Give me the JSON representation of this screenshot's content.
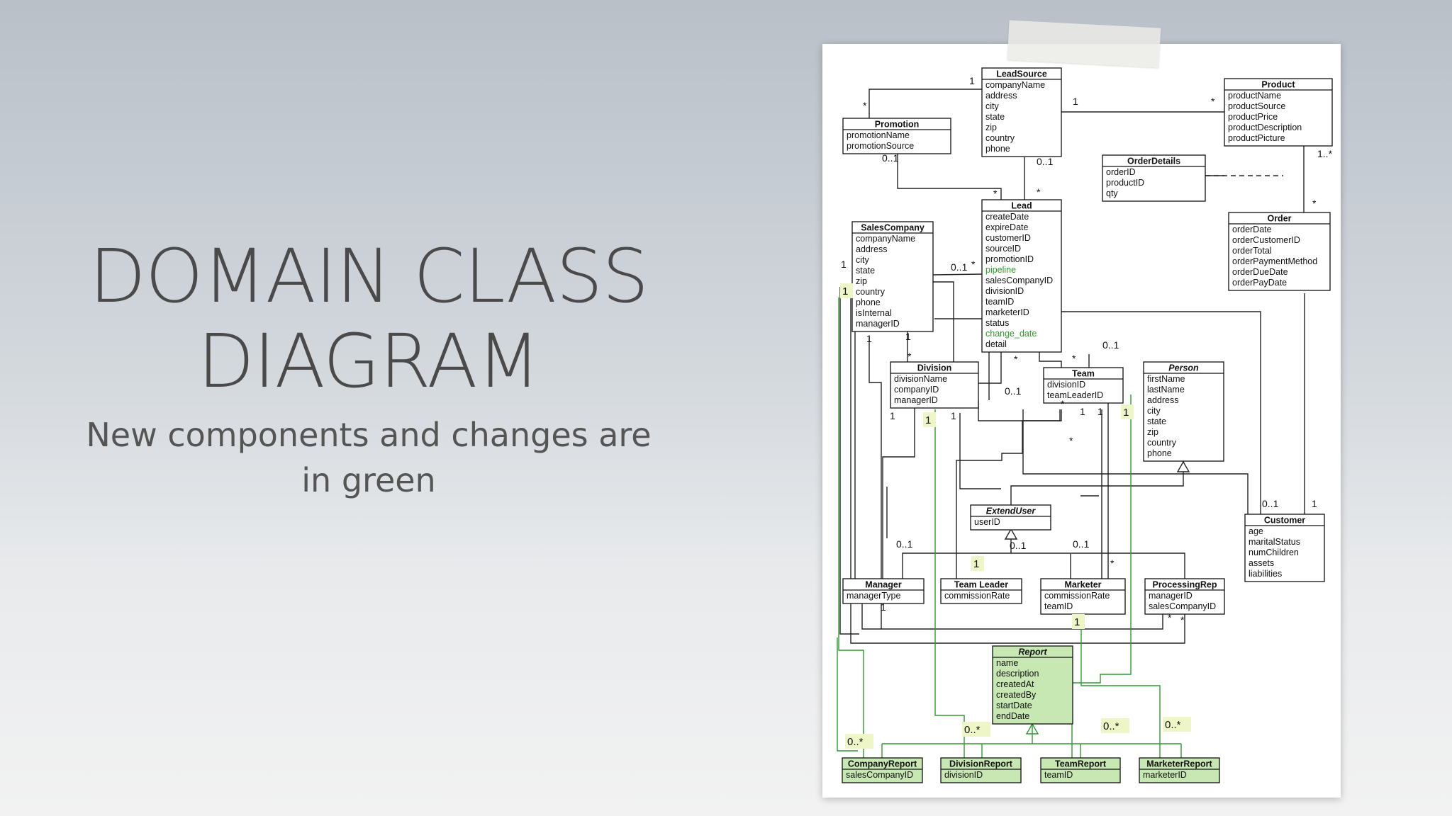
{
  "slide": {
    "title_line1": "DOMAIN CLASS",
    "title_line2": "DIAGRAM",
    "subtitle": "New components and changes are in green"
  },
  "colors": {
    "accent_green": "#2e9a2e",
    "new_class_fill": "#c7e8b2",
    "multiplicity_highlight": "#eef6c8"
  },
  "classes": [
    {
      "id": "leadsource",
      "name": "LeadSource",
      "attrs": [
        {
          "t": "companyName"
        },
        {
          "t": "address"
        },
        {
          "t": "city"
        },
        {
          "t": "state"
        },
        {
          "t": "zip"
        },
        {
          "t": "country"
        },
        {
          "t": "phone"
        }
      ]
    },
    {
      "id": "product",
      "name": "Product",
      "attrs": [
        {
          "t": "productName"
        },
        {
          "t": "productSource"
        },
        {
          "t": "productPrice"
        },
        {
          "t": "productDescription"
        },
        {
          "t": "productPicture"
        }
      ]
    },
    {
      "id": "promotion",
      "name": "Promotion",
      "attrs": [
        {
          "t": "promotionName"
        },
        {
          "t": "promotionSource"
        }
      ]
    },
    {
      "id": "orderdetails",
      "name": "OrderDetails",
      "attrs": [
        {
          "t": "orderID"
        },
        {
          "t": "productID"
        },
        {
          "t": "qty"
        }
      ]
    },
    {
      "id": "lead",
      "name": "Lead",
      "attrs": [
        {
          "t": "createDate"
        },
        {
          "t": "expireDate"
        },
        {
          "t": "customerID"
        },
        {
          "t": "sourceID"
        },
        {
          "t": "promotionID"
        },
        {
          "t": "pipeline",
          "g": true
        },
        {
          "t": "salesCompanyID"
        },
        {
          "t": "divisionID"
        },
        {
          "t": "teamID"
        },
        {
          "t": "marketerID"
        },
        {
          "t": "status"
        },
        {
          "t": "change_date",
          "g": true
        },
        {
          "t": "detail"
        }
      ]
    },
    {
      "id": "salescompany",
      "name": "SalesCompany",
      "attrs": [
        {
          "t": "companyName"
        },
        {
          "t": "address"
        },
        {
          "t": "city"
        },
        {
          "t": "state"
        },
        {
          "t": "zip"
        },
        {
          "t": "country"
        },
        {
          "t": "phone"
        },
        {
          "t": "isInternal"
        },
        {
          "t": "managerID"
        }
      ]
    },
    {
      "id": "order",
      "name": "Order",
      "attrs": [
        {
          "t": "orderDate"
        },
        {
          "t": "orderCustomerID"
        },
        {
          "t": "orderTotal"
        },
        {
          "t": "orderPaymentMethod"
        },
        {
          "t": "orderDueDate"
        },
        {
          "t": "orderPayDate"
        }
      ]
    },
    {
      "id": "division",
      "name": "Division",
      "attrs": [
        {
          "t": "divisionName"
        },
        {
          "t": "companyID"
        },
        {
          "t": "managerID"
        }
      ]
    },
    {
      "id": "team",
      "name": "Team",
      "attrs": [
        {
          "t": "divisionID"
        },
        {
          "t": "teamLeaderID"
        }
      ]
    },
    {
      "id": "person",
      "name": "Person",
      "italic": true,
      "attrs": [
        {
          "t": "firstName"
        },
        {
          "t": "lastName"
        },
        {
          "t": "address"
        },
        {
          "t": "city"
        },
        {
          "t": "state"
        },
        {
          "t": "zip"
        },
        {
          "t": "country"
        },
        {
          "t": "phone"
        }
      ]
    },
    {
      "id": "extenduser",
      "name": "ExtendUser",
      "italic": true,
      "attrs": [
        {
          "t": "userID"
        }
      ]
    },
    {
      "id": "customer",
      "name": "Customer",
      "attrs": [
        {
          "t": "age"
        },
        {
          "t": "maritalStatus"
        },
        {
          "t": "numChildren"
        },
        {
          "t": "assets"
        },
        {
          "t": "liabilities"
        }
      ]
    },
    {
      "id": "manager",
      "name": "Manager",
      "attrs": [
        {
          "t": "managerType"
        }
      ]
    },
    {
      "id": "teamleader",
      "name": "Team Leader",
      "attrs": [
        {
          "t": "commissionRate"
        }
      ]
    },
    {
      "id": "marketer",
      "name": "Marketer",
      "attrs": [
        {
          "t": "commissionRate"
        },
        {
          "t": "teamID"
        }
      ]
    },
    {
      "id": "processingrep",
      "name": "ProcessingRep",
      "attrs": [
        {
          "t": "managerID"
        },
        {
          "t": "salesCompanyID"
        }
      ]
    },
    {
      "id": "report",
      "name": "Report",
      "italic": true,
      "green": true,
      "attrs": [
        {
          "t": "name"
        },
        {
          "t": "description"
        },
        {
          "t": "createdAt"
        },
        {
          "t": "createdBy"
        },
        {
          "t": "startDate"
        },
        {
          "t": "endDate"
        }
      ]
    },
    {
      "id": "companyreport",
      "name": "CompanyReport",
      "green": true,
      "attrs": [
        {
          "t": "salesCompanyID"
        }
      ]
    },
    {
      "id": "divisionreport",
      "name": "DivisionReport",
      "green": true,
      "attrs": [
        {
          "t": "divisionID"
        }
      ]
    },
    {
      "id": "teamreport",
      "name": "TeamReport",
      "green": true,
      "attrs": [
        {
          "t": "teamID"
        }
      ]
    },
    {
      "id": "marketerreport",
      "name": "MarketerReport",
      "green": true,
      "attrs": [
        {
          "t": "marketerID"
        }
      ]
    }
  ],
  "multiplicities": [
    {
      "t": "1"
    },
    {
      "t": "*"
    },
    {
      "t": "1"
    },
    {
      "t": "*"
    },
    {
      "t": "0..1"
    },
    {
      "t": "*"
    },
    {
      "t": "0..1"
    },
    {
      "t": "*"
    },
    {
      "t": "1..*"
    },
    {
      "t": "*"
    },
    {
      "t": "1"
    },
    {
      "t": "1",
      "hl": true
    },
    {
      "t": "0..1"
    },
    {
      "t": "*"
    },
    {
      "t": "1"
    },
    {
      "t": "1"
    },
    {
      "t": "*"
    },
    {
      "t": "*"
    },
    {
      "t": "*"
    },
    {
      "t": "0..1"
    },
    {
      "t": "*"
    },
    {
      "t": "0..1"
    },
    {
      "t": "1"
    },
    {
      "t": "1",
      "hl": true
    },
    {
      "t": "1"
    },
    {
      "t": "*"
    },
    {
      "t": "1"
    },
    {
      "t": "1"
    },
    {
      "t": "1",
      "hl": true
    },
    {
      "t": "0..1"
    },
    {
      "t": "1"
    },
    {
      "t": "0..1"
    },
    {
      "t": "0..1"
    },
    {
      "t": "0..1"
    },
    {
      "t": "1",
      "hl": true
    },
    {
      "t": "*"
    },
    {
      "t": "1"
    },
    {
      "t": "*"
    },
    {
      "t": "*"
    },
    {
      "t": "1",
      "hl": true
    },
    {
      "t": "0..*",
      "hl": true
    },
    {
      "t": "0..*",
      "hl": true
    },
    {
      "t": "0..*",
      "hl": true
    },
    {
      "t": "0..*",
      "hl": true
    }
  ]
}
